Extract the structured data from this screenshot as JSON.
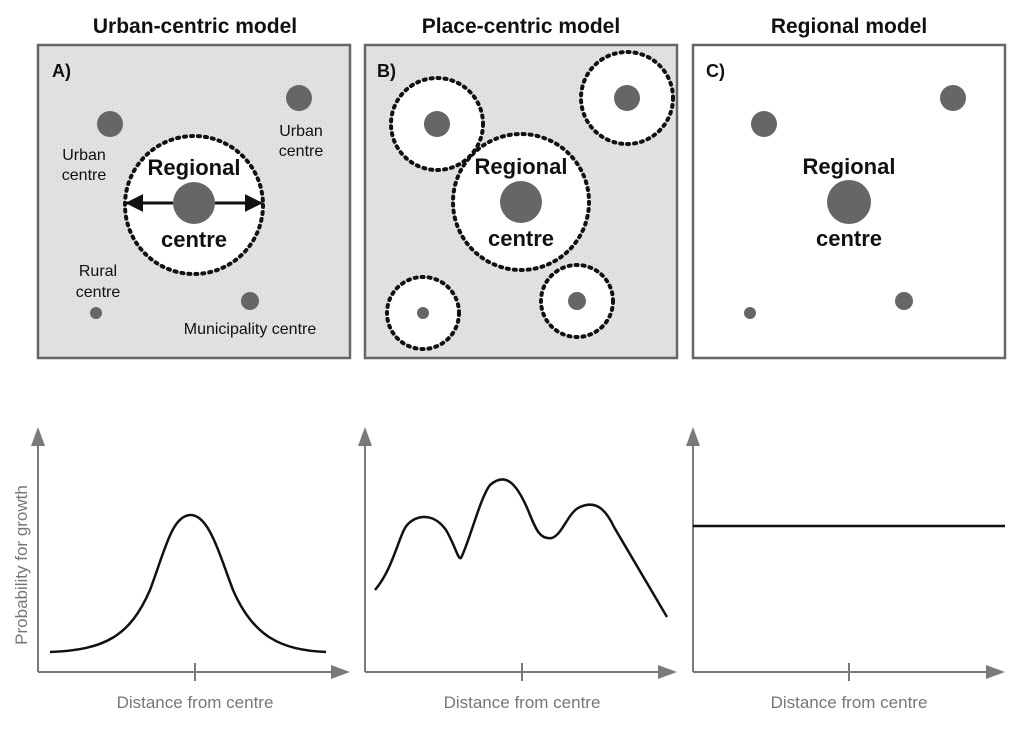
{
  "titles": {
    "a": "Urban-centric model",
    "b": "Place-centric model",
    "c": "Regional model"
  },
  "panels": {
    "a": {
      "letter": "A)",
      "regional_line1": "Regional",
      "regional_line2": "centre",
      "urban_left_line1": "Urban",
      "urban_left_line2": "centre",
      "urban_right_line1": "Urban",
      "urban_right_line2": "centre",
      "rural_line1": "Rural",
      "rural_line2": "centre",
      "municipality": "Municipality centre"
    },
    "b": {
      "letter": "B)",
      "regional_line1": "Regional",
      "regional_line2": "centre"
    },
    "c": {
      "letter": "C)",
      "regional_line1": "Regional",
      "regional_line2": "centre"
    }
  },
  "graphs": {
    "ylabel": "Probability for growth",
    "xlabel_a": "Distance from centre",
    "xlabel_b": "Distance from centre",
    "xlabel_c": "Distance from centre"
  },
  "colors": {
    "map_fill": "#e3e3e3",
    "dot": "#666666",
    "ring": "#111111",
    "axis_text": "#777777"
  }
}
